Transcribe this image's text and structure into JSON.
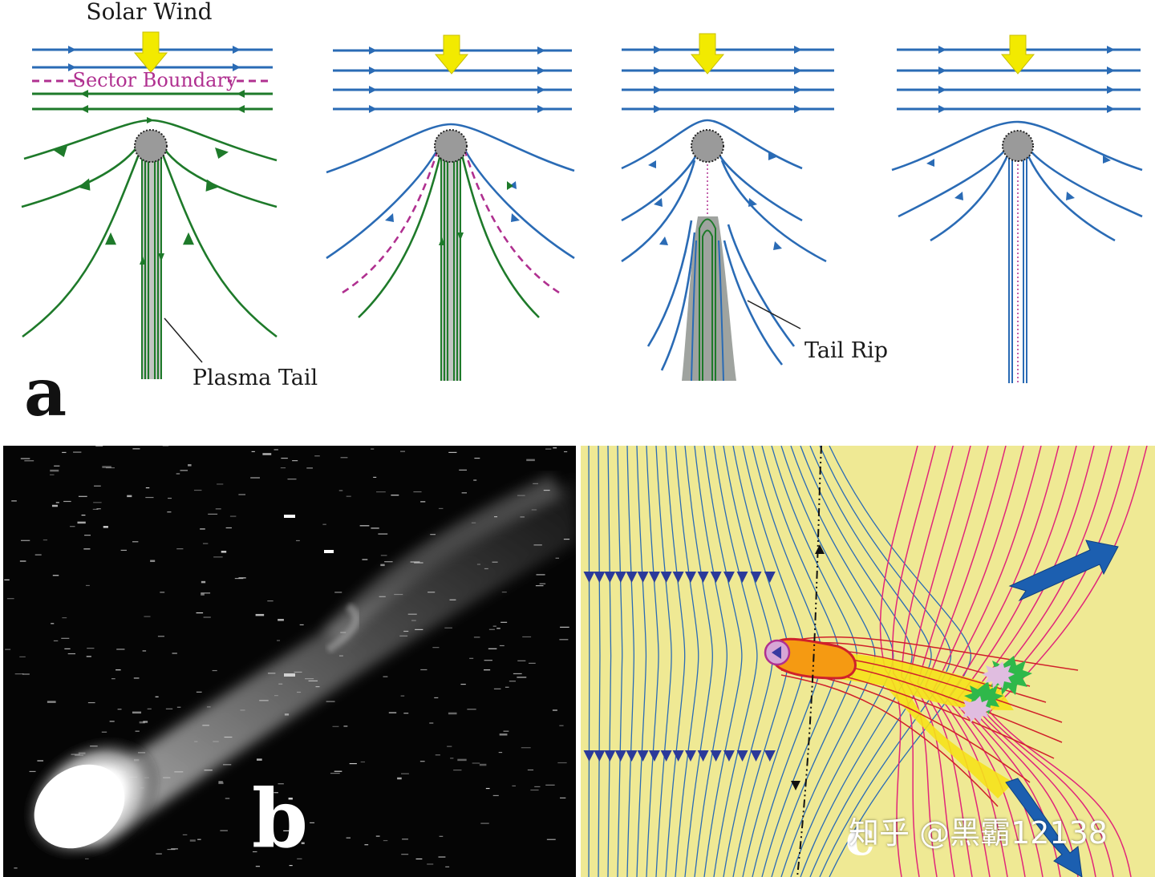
{
  "panel_a": {
    "letter": "a",
    "labels": {
      "solar_wind": "Solar Wind",
      "sector_boundary": "Sector Boundary",
      "plasma_tail": "Plasma Tail",
      "tail_rip": "Tail Rip"
    }
  },
  "panel_b": {
    "letter": "b"
  },
  "panel_c": {
    "letter": "c"
  },
  "watermark": "知乎 @黑霸12138",
  "colors": {
    "green_field": "#1e7a2a",
    "blue_field": "#2a6bb5",
    "sector_boundary": "#b03090",
    "solar_wind_arrow": "#f2ea00",
    "panel_c_background": "#efe994",
    "magenta_field": "#e0267a",
    "flow_arrow": "#1c5fb0"
  }
}
